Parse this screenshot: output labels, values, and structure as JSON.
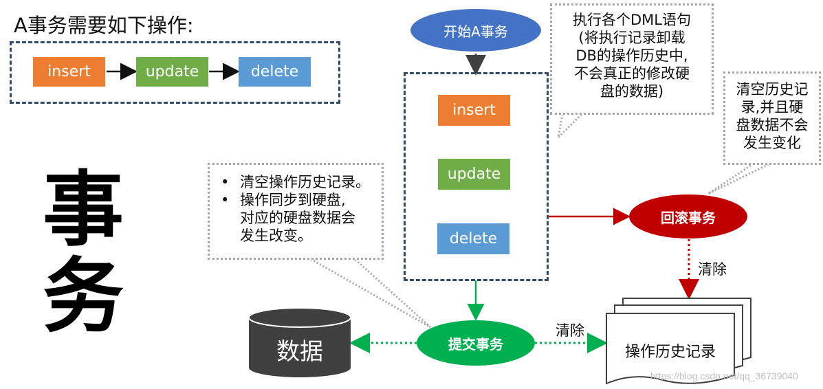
{
  "heading": "A事务需要如下操作:",
  "flow": {
    "insert": "insert",
    "update": "update",
    "delete": "delete"
  },
  "big_title": {
    "char1": "事",
    "char2": "务"
  },
  "start_node": "开始A事务",
  "tx_ops": {
    "insert": "insert",
    "update": "update",
    "delete": "delete"
  },
  "callout_dml": "执行各个DML语句\n(将执行记录卸载\nDB的操作历史中,\n不会真正的修改硬\n盘的数据)",
  "callout_rollback": "清空历史记\n录,并且硬\n盘数据不会\n发生变化",
  "callout_commit": [
    "清空操作历史记录。",
    "操作同步到硬盘,\n对应的硬盘数据会\n发生改变。"
  ],
  "rollback_node": "回滚事务",
  "commit_node": "提交事务",
  "db_label": "数据",
  "history_label": "操作历史记录",
  "clear_label_1": "清除",
  "clear_label_2": "清除",
  "watermark": "https://blog.csdn.net/qq_36739040",
  "colors": {
    "orange": "#ED7D31",
    "green": "#70AD47",
    "blue": "#5B9BD5",
    "start": "#4472C4",
    "rollback": "#C00000",
    "commit": "#00B050",
    "db": "#404040"
  }
}
